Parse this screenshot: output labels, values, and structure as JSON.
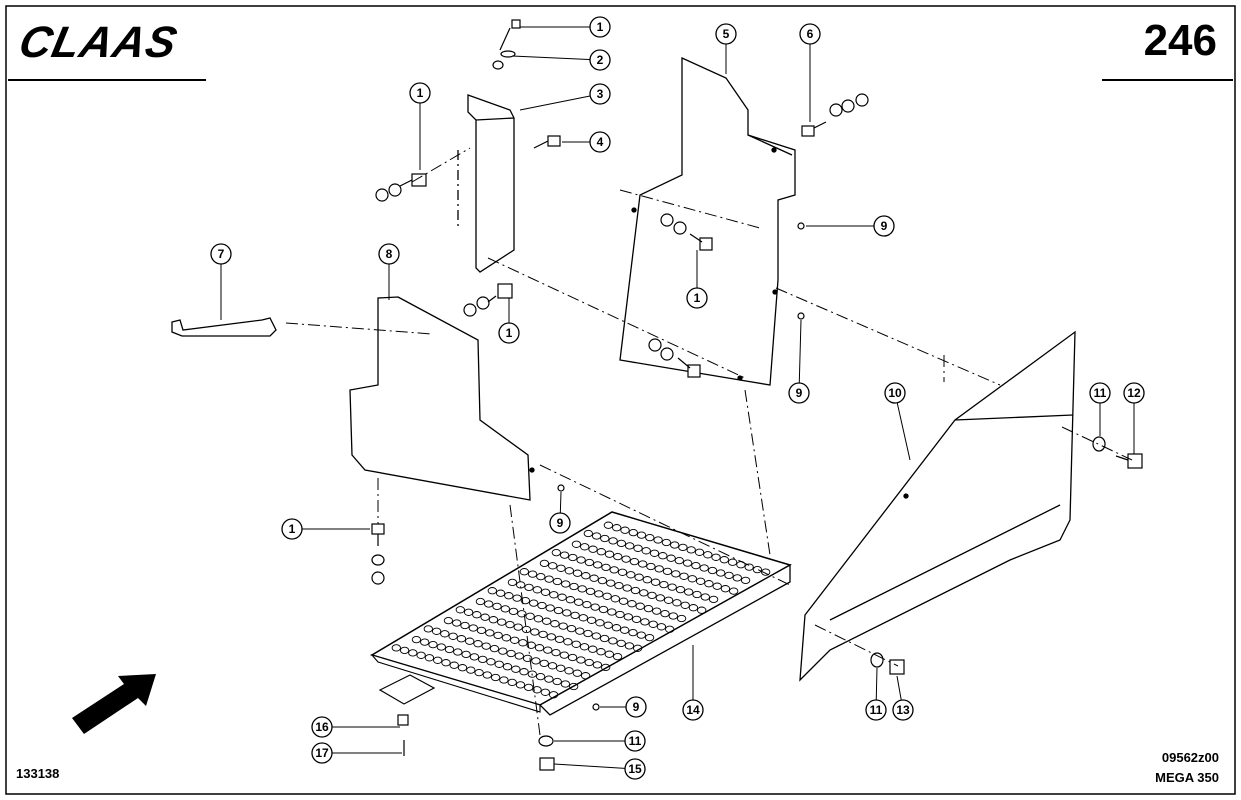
{
  "header": {
    "brand": "CLAAS",
    "page_number": "246"
  },
  "footer": {
    "document_id": "133138",
    "drawing_code": "09562z00",
    "model": "MEGA 350"
  },
  "callouts": [
    "1",
    "2",
    "3",
    "4",
    "5",
    "6",
    "1",
    "1",
    "9",
    "7",
    "8",
    "1",
    "9",
    "10",
    "11",
    "12",
    "1",
    "9",
    "11",
    "13",
    "14",
    "16",
    "11",
    "17",
    "15",
    "9"
  ],
  "colors": {
    "ink": "#000000",
    "background": "#ffffff"
  },
  "icons": {
    "direction": "arrow-icon"
  }
}
